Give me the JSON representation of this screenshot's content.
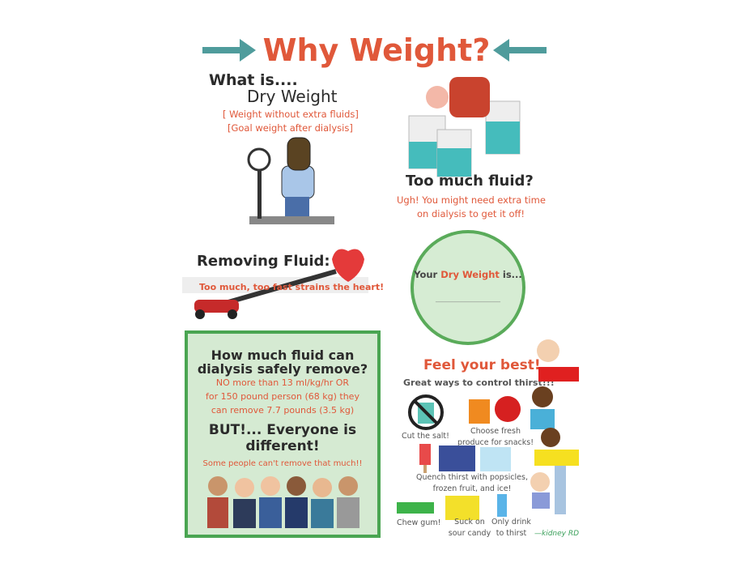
{
  "title": "Why Weight?",
  "dry_weight": {
    "line1": "What is....",
    "line2": "Dry Weight",
    "def1": "[ Weight without extra fluids]",
    "def2": "[Goal weight after dialysis]"
  },
  "too_much": {
    "heading": "Too much fluid?",
    "line1": "Ugh! You might need extra time",
    "line2": "on dialysis to get it off!"
  },
  "removing": {
    "heading": "Removing Fluid:",
    "note": "Too much, too fast strains the heart!"
  },
  "circle": {
    "prefix": "Your ",
    "highlight": "Dry Weight",
    "suffix": " is...",
    "blank": "____________________"
  },
  "fluid_box": {
    "heading1": "How much fluid can",
    "heading2": "dialysis safely remove?",
    "line1": "NO more than 13 ml/kg/hr OR",
    "line2": "for 150 pound person (68 kg) they",
    "line3": "can remove 7.7 pounds (3.5 kg)",
    "but1": "BUT!... Everyone is",
    "but2": "different!",
    "note": "Some people can't remove that much!!"
  },
  "feel": {
    "heading": "Feel your best!",
    "sub": "Great ways to control thirst!!!",
    "tips": {
      "salt": "Cut the salt!",
      "produce1": "Choose fresh",
      "produce2": "produce for snacks!",
      "quench1": "Quench thirst with popsicles,",
      "quench2": "frozen fruit, and ice!",
      "gum": "Chew gum!",
      "candy1": "Suck on",
      "candy2": "sour candy",
      "drink1": "Only drink",
      "drink2": "to thirst"
    }
  },
  "signature": "—kidney RD",
  "colors": {
    "accent": "#e0583a",
    "teal": "#4f9c9c",
    "green": "#4aa552",
    "light_green": "#d5ead2"
  }
}
